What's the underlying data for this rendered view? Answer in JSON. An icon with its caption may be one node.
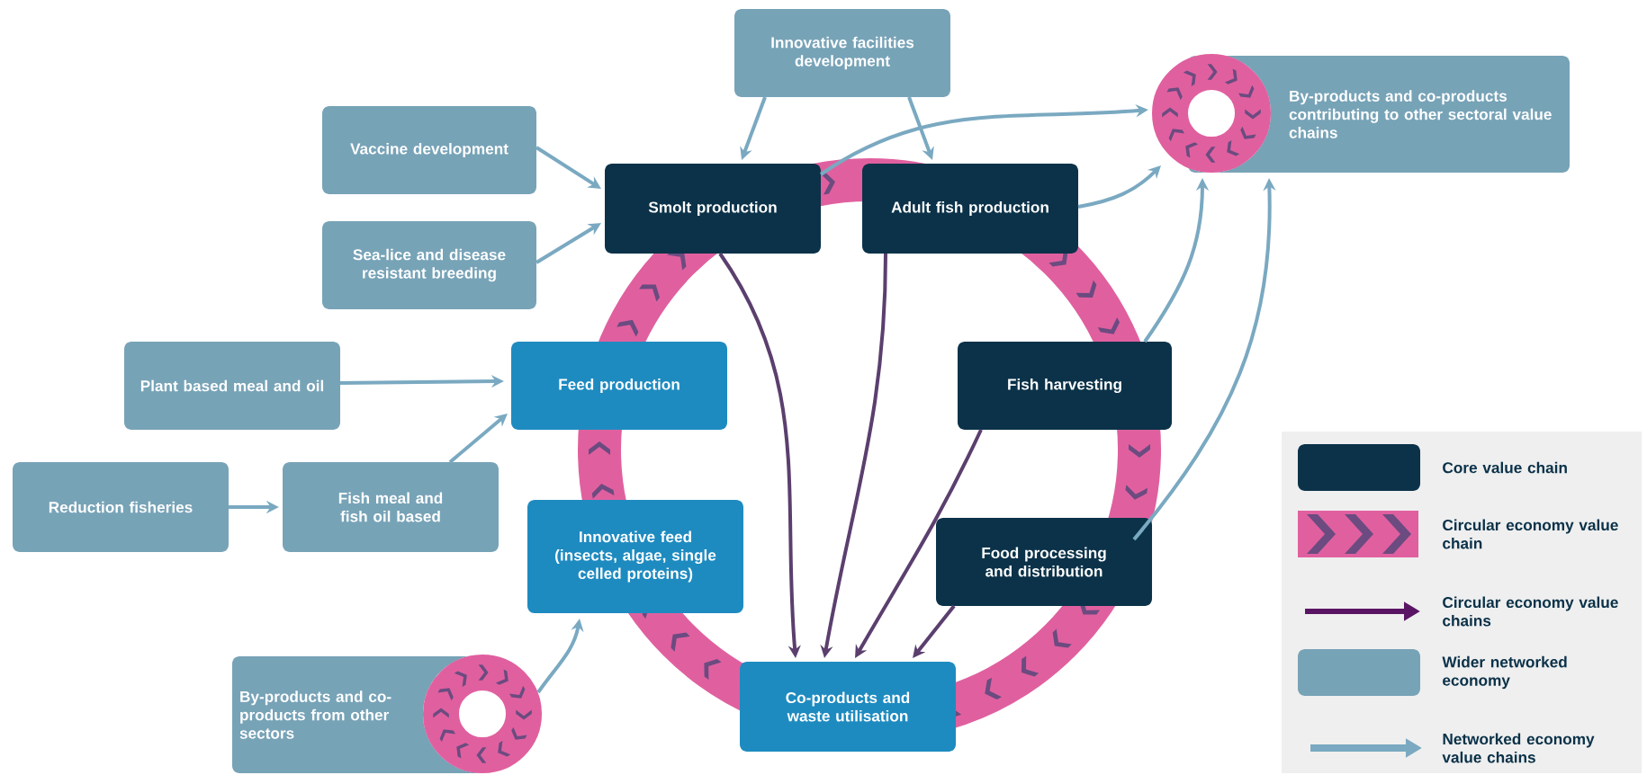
{
  "diagram": {
    "nodes": [
      {
        "text": [
          "Innovative facilities development"
        ]
      },
      {
        "text": [
          "Vaccine development"
        ]
      },
      {
        "text": [
          "Smolt production"
        ]
      },
      {
        "text": [
          "Adult fish production"
        ]
      },
      {
        "text": [
          "By-products and co-products contributing to other sectoral value chains"
        ]
      },
      {
        "text": [
          "Sea-lice and disease resistant breeding"
        ]
      },
      {
        "text": [
          "Plant based meal and oil"
        ]
      },
      {
        "text": [
          "Feed production"
        ]
      },
      {
        "text": [
          "Fish harvesting"
        ]
      },
      {
        "text": [
          "Reduction fisheries"
        ]
      },
      {
        "text": [
          "Fish meal and fish oil based"
        ]
      },
      {
        "text": [
          "Innovative feed (insects, algae, single celled proteins)"
        ]
      },
      {
        "text": [
          "Food processing and distribution"
        ]
      },
      {
        "text": [
          "By-products and co-products from other sectors"
        ]
      },
      {
        "text": [
          "Co-products and waste utilisation"
        ]
      }
    ],
    "edges": [
      {
        "from": 0,
        "to": 2,
        "arrow": "to"
      },
      {
        "from": 0,
        "to": 3,
        "arrow": "to"
      },
      {
        "from": 1,
        "to": 2,
        "arrow": "to"
      },
      {
        "from": 5,
        "to": 2,
        "arrow": "to"
      },
      {
        "from": 6,
        "to": 7,
        "arrow": "to"
      },
      {
        "from": 9,
        "to": 10,
        "arrow": "to"
      },
      {
        "from": 10,
        "to": 7,
        "arrow": "to"
      },
      {
        "from": 13,
        "to": 11,
        "arrow": "to"
      },
      {
        "from": 2,
        "to": 4,
        "arrow": "to"
      },
      {
        "from": 3,
        "to": 4,
        "arrow": "to"
      },
      {
        "from": 8,
        "to": 4,
        "arrow": "to"
      },
      {
        "from": 12,
        "to": 4,
        "arrow": "to"
      },
      {
        "from": 2,
        "to": 14,
        "arrow": "to",
        "color": "#5b3f6e"
      },
      {
        "from": 3,
        "to": 14,
        "arrow": "to",
        "color": "#5b3f6e"
      },
      {
        "from": 8,
        "to": 14,
        "arrow": "to",
        "color": "#5b3f6e"
      },
      {
        "from": 12,
        "to": 14,
        "arrow": "to",
        "color": "#5b3f6e"
      }
    ],
    "legend": [
      {
        "text": "Core value chain",
        "color": "#0b3249"
      },
      {
        "text": "Circular economy value chain"
      },
      {
        "text": "Circular economy value chains"
      },
      {
        "text": "Wider networked economy",
        "color": "#77a3b7"
      },
      {
        "text": "Networked economy value chains"
      }
    ]
  }
}
